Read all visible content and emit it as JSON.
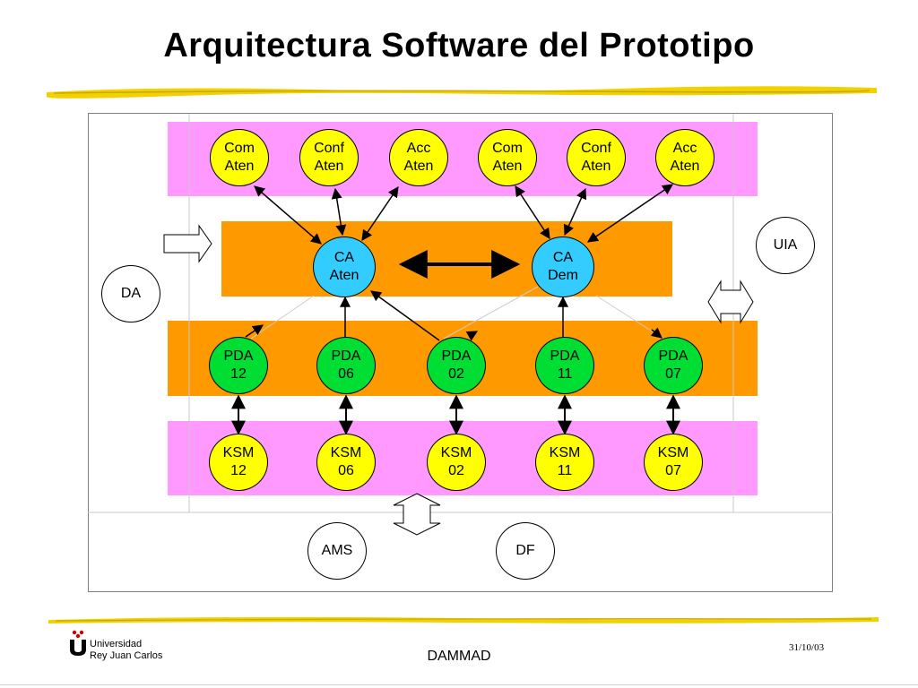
{
  "slide": {
    "title": "Arquitectura Software del Prototipo",
    "footer_center": "DAMMAD",
    "footer_date": "31/10/03",
    "logo_text": "Universidad\nRey Juan Carlos"
  },
  "colors": {
    "agent": "#ffff00",
    "coordinator": "#33ccff",
    "pda": "#00dd33",
    "band_magenta": "#ff99ff",
    "band_orange": "#ff9900",
    "brand_red": "#cc0000"
  },
  "nodes": {
    "com_aten_1": "Com\nAten",
    "conf_aten_1": "Conf\nAten",
    "acc_aten_1": "Acc\nAten",
    "com_aten_2": "Com\nAten",
    "conf_aten_2": "Conf\nAten",
    "acc_aten_2": "Acc\nAten",
    "ca_aten": "CA\nAten",
    "ca_dem": "CA\nDem",
    "pda_12": "PDA\n12",
    "pda_06": "PDA\n06",
    "pda_02": "PDA\n02",
    "pda_11": "PDA\n11",
    "pda_07": "PDA\n07",
    "ksm_12": "KSM\n12",
    "ksm_06": "KSM\n06",
    "ksm_02": "KSM\n02",
    "ksm_11": "KSM\n11",
    "ksm_07": "KSM\n07",
    "da": "DA",
    "uia": "UIA",
    "ams": "AMS",
    "df": "DF"
  }
}
